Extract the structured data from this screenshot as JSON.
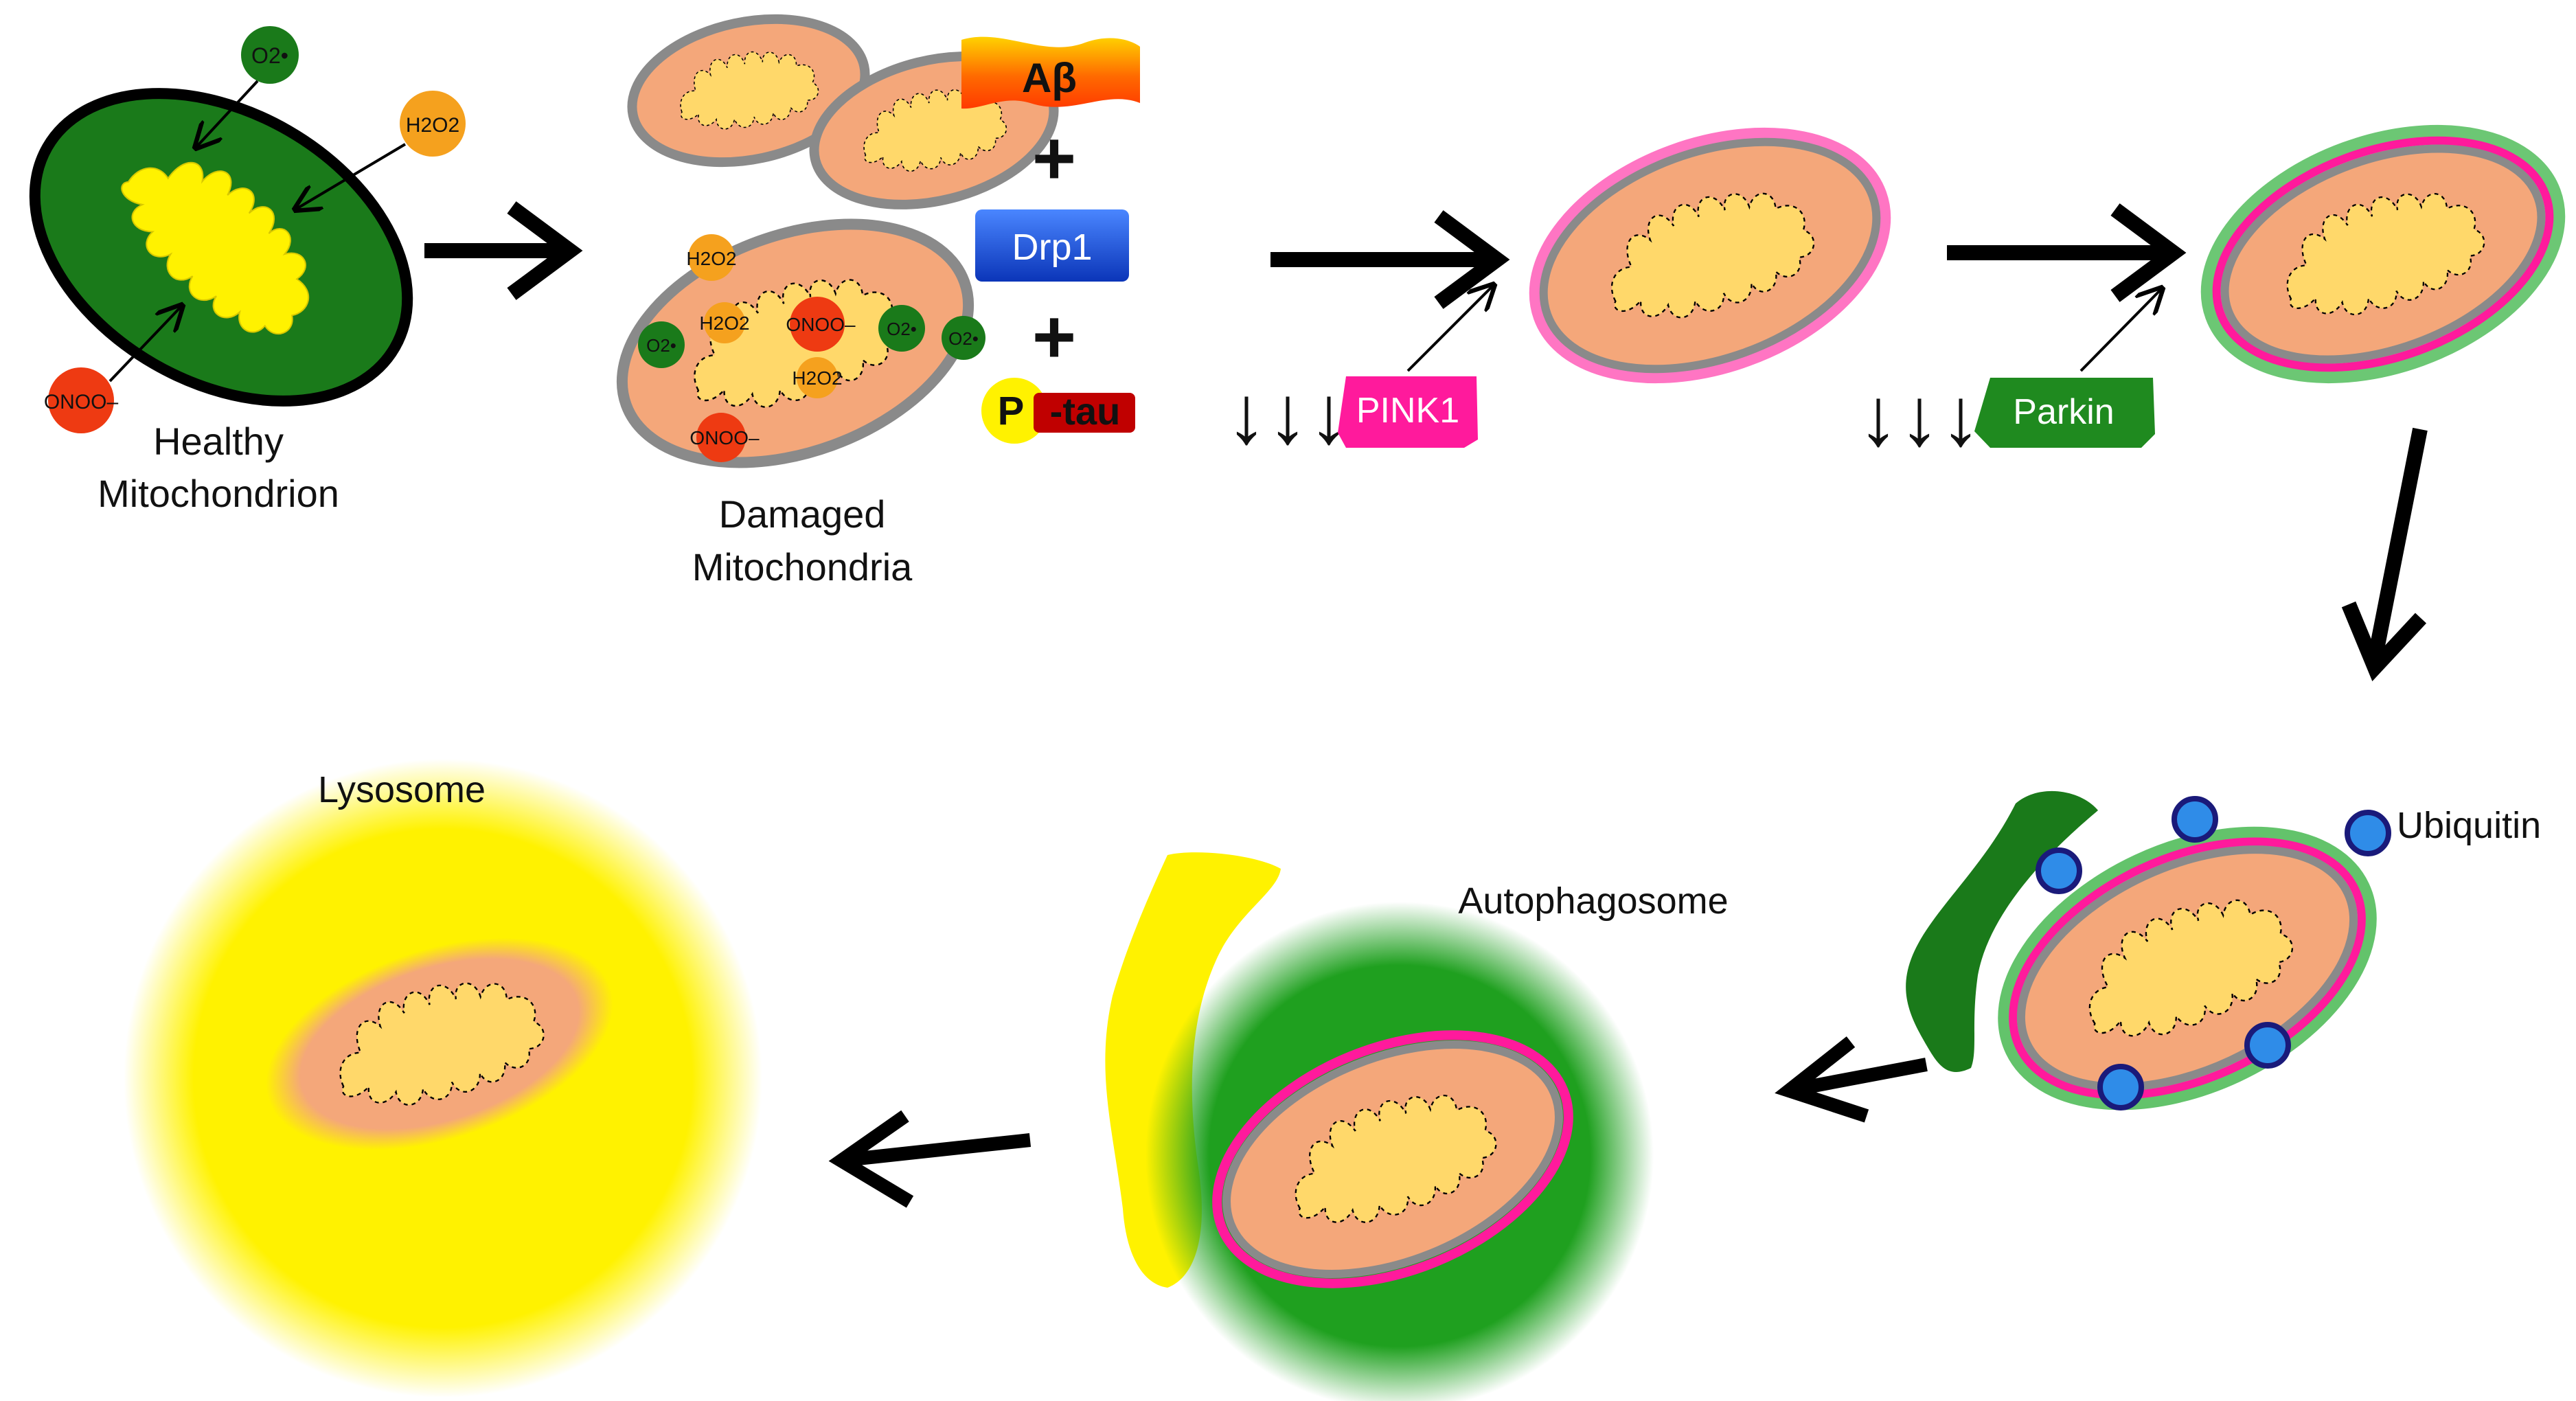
{
  "labels": {
    "healthy": [
      "Healthy",
      "Mitochondrion"
    ],
    "damaged": [
      "Damaged",
      "Mitochondria"
    ],
    "lysosome": "Lysosome",
    "autophagosome": "Autophagosome",
    "ubiquitin": "Ubiquitin"
  },
  "ros": {
    "superoxide": "O2•",
    "peroxide": "H2O2",
    "peroxynitrite": "ONOO–"
  },
  "factors": {
    "abeta": "Aβ",
    "drp1": "Drp1",
    "ptau_p": "P",
    "ptau_tau": "-tau",
    "plus": "+"
  },
  "regulators": {
    "pink1": "PINK1",
    "parkin": "Parkin",
    "down_arrows": "↓↓↓"
  },
  "colors": {
    "healthy_outer": "#1a7a1a",
    "cristae": "#fff200",
    "damaged_inner": "#f4a77a",
    "damaged_membrane": "#8a8a8a",
    "pink1": "#ff1a9c",
    "parkin": "#1f8a1f",
    "drp1": "#1f52d8",
    "ubiquitin": "#2f8ce8",
    "abeta": "#ff5a00"
  }
}
